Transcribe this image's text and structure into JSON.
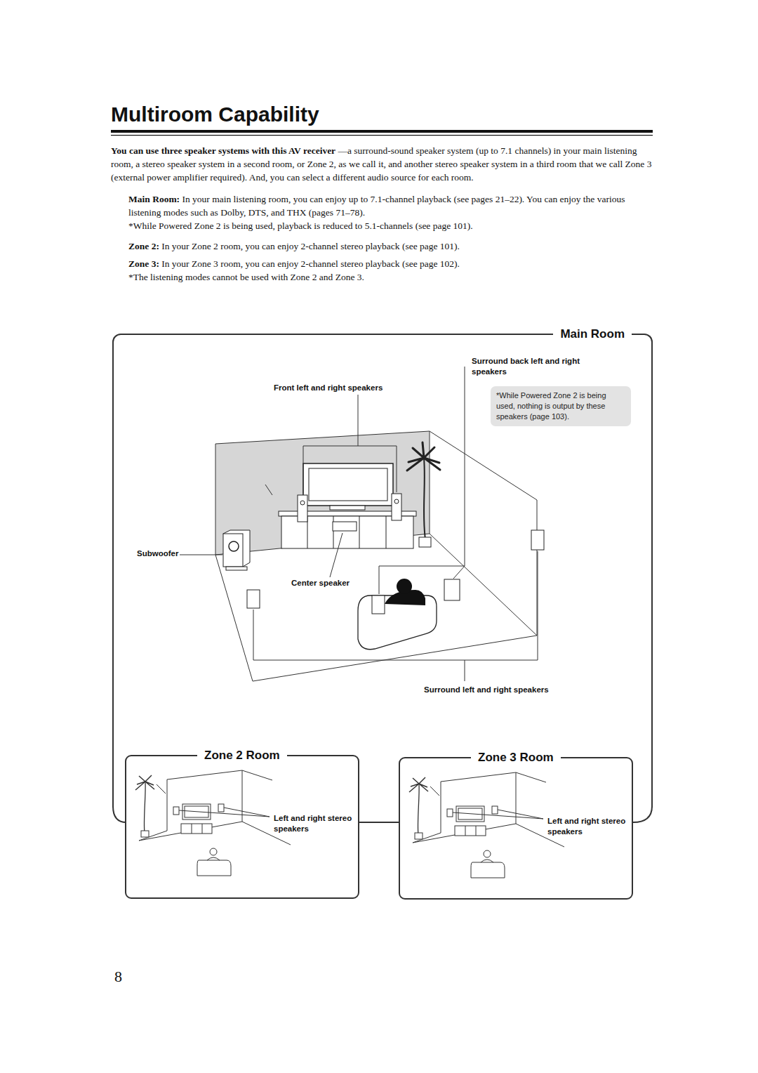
{
  "diagram": {
    "title": "Multiroom Capability",
    "nodes": [
      {
        "text": [
          "Main Room"
        ]
      },
      {
        "text": [
          "*While Powered Zone 2 is being used, nothing is output by these speakers (page 103)."
        ],
        "in": 0
      },
      {
        "text": [
          "Zone 2 Room"
        ]
      },
      {
        "text": [
          "Zone 3 Room"
        ]
      }
    ],
    "edges": [
      {
        "from": 2,
        "to": 3,
        "arrow": "none"
      }
    ],
    "labels": [
      "You can use three speaker systems with this AV receiver",
      "—a surround-sound speaker system (up to 7.1 channels) in your main listening room, a stereo speaker system in a second room, or Zone 2, as we call it, and another stereo speaker system in a third room that we call Zone 3 (external power amplifier required). And, you can select a different audio source for each room.",
      "Main Room:",
      "In your main listening room, you can enjoy up to 7.1-channel playback (see pages 21–22). You can enjoy the various listening modes such as Dolby, DTS, and THX (pages 71–78).",
      "*While Powered Zone 2 is being used, playback is reduced to 5.1-channels (see page 101).",
      "Zone 2:",
      "In your Zone 2 room, you can enjoy 2-channel stereo playback (see page 101).",
      "Zone 3:",
      "In your Zone 3 room, you can enjoy 2-channel stereo playback (see page 102).",
      "*The listening modes cannot be used with Zone 2 and Zone 3.",
      "Surround back left and right speakers",
      "Front left and right speakers",
      "Subwoofer",
      "Center speaker",
      "Surround left and right speakers",
      "Left and right stereo speakers",
      "Left and right stereo speakers",
      "8"
    ]
  }
}
